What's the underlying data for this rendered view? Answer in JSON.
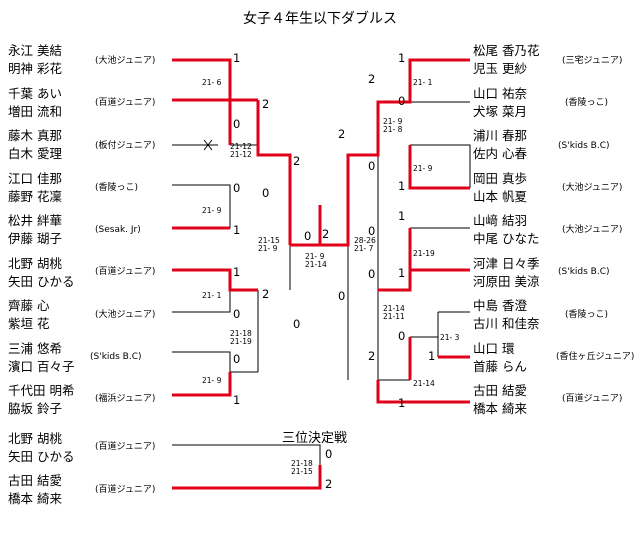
{
  "title": "女子４年生以下ダブルス",
  "third_place_title": "三位決定戦",
  "left_players": [
    {
      "names": [
        "永江 美結",
        "明神 彩花"
      ],
      "club": "(大池ジュニア)"
    },
    {
      "names": [
        "千葉 あい",
        "増田 流和"
      ],
      "club": "(百道ジュニア)"
    },
    {
      "names": [
        "藤木 真那",
        "白木 愛理"
      ],
      "club": "(板付ジュニア)"
    },
    {
      "names": [
        "江口 佳那",
        "藤野 花凜"
      ],
      "club": "(香陵っこ)"
    },
    {
      "names": [
        "松井 絆華",
        "伊藤 瑚子"
      ],
      "club": "(Sesak. Jr)"
    },
    {
      "names": [
        "北野 胡桃",
        "矢田 ひかる"
      ],
      "club": "(百道ジュニア)"
    },
    {
      "names": [
        "齊藤 心",
        "紫垣 花"
      ],
      "club": "(大池ジュニア)"
    },
    {
      "names": [
        "三浦 悠希",
        "濱口 百々子"
      ],
      "club": "(S'kids B.C)"
    },
    {
      "names": [
        "千代田 明希",
        "脇坂 鈴子"
      ],
      "club": "(福浜ジュニア)"
    }
  ],
  "right_players": [
    {
      "names": [
        "松尾 香乃花",
        "児玉 更紗"
      ],
      "club": "(三宅ジュニア)"
    },
    {
      "names": [
        "山口 祐奈",
        "犬塚 菜月"
      ],
      "club": "(香陵っこ)"
    },
    {
      "names": [
        "浦川 春那",
        "佐内 心春"
      ],
      "club": "(S'kids B.C)"
    },
    {
      "names": [
        "岡田 真歩",
        "山本 帆夏"
      ],
      "club": "(大池ジュニア)"
    },
    {
      "names": [
        "山﨑 結羽",
        "中尾 ひなた"
      ],
      "club": "(大池ジュニア)"
    },
    {
      "names": [
        "河津 日々季",
        "河原田 美涼"
      ],
      "club": "(S'kids B.C)"
    },
    {
      "names": [
        "中島 香澄",
        "古川 和佳奈"
      ],
      "club": "(香陵っこ)"
    },
    {
      "names": [
        "山口 環",
        "首藤 らん"
      ],
      "club": "(香住ヶ丘ジュニア)"
    },
    {
      "names": [
        "古田 結愛",
        "橋本 綺来"
      ],
      "club": "(百道ジュニア)"
    }
  ],
  "third_place_players": [
    {
      "names": [
        "北野 胡桃",
        "矢田 ひかる"
      ],
      "club": "(百道ジュニア)"
    },
    {
      "names": [
        "古田 結愛",
        "橋本 綺来"
      ],
      "club": "(百道ジュニア)"
    }
  ],
  "round_scores": {
    "s1": "1",
    "s2": "0",
    "s3": "2",
    "s4": "0",
    "s5": "1",
    "s6": "2",
    "s7": "0",
    "s8": "1",
    "s9": "2",
    "s10": "0",
    "s11": "0",
    "s12": "1",
    "s13": "0",
    "s14": "0",
    "s15": "2",
    "r1": "1",
    "r2": "0",
    "r3": "2",
    "r4": "0",
    "r5": "1",
    "r6": "2",
    "r7": "0",
    "r8": "1",
    "r9": "0",
    "r10": "1",
    "r11": "0",
    "r12": "1",
    "r13": "0",
    "r14": "2",
    "r15": "1",
    "tp_top": "0",
    "tp_bot": "2"
  },
  "game_scores": {
    "g1": "21- 6",
    "g2": "21-12\n21-12",
    "g3": "21- 9",
    "g4": "21-15\n21- 9",
    "g5": "21- 1",
    "g6": "21-18\n21-19",
    "g7": "21- 9",
    "g8": "21- 9\n21-14",
    "g9": "28-26\n21- 7",
    "g10": "21- 1",
    "g11": "21- 9\n21- 8",
    "g12": "21- 9",
    "g13": "21-19",
    "g14": "21-14\n21-11",
    "g15": "21- 3",
    "g16": "21-14",
    "g17": "21-18\n21-15"
  },
  "line_colors": {
    "winner": "#e0001a",
    "loser": "#000000"
  }
}
